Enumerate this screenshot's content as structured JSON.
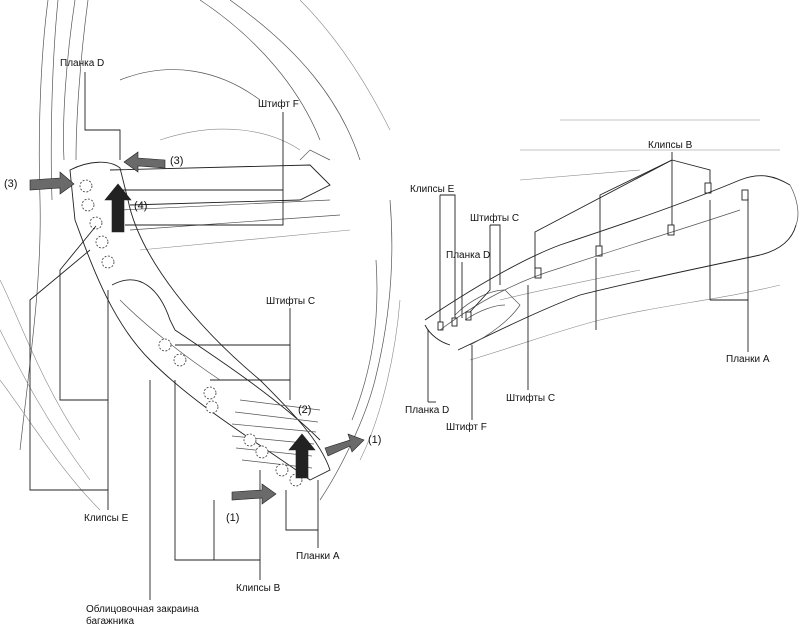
{
  "left_view": {
    "labels": {
      "strip_d": "Планка D",
      "pin_f": "Штифт F",
      "pins_c": "Штифты C",
      "clips_e": "Клипсы E",
      "strips_a": "Планки A",
      "clips_b": "Клипсы B",
      "trim_line1": "Облицовочная закраина",
      "trim_line2": "багажника"
    },
    "steps": {
      "s1a": "(1)",
      "s1b": "(1)",
      "s2": "(2)",
      "s3a": "(3)",
      "s3b": "(3)",
      "s4": "(4)"
    }
  },
  "right_view": {
    "labels": {
      "clips_b": "Клипсы B",
      "clips_e": "Клипсы E",
      "pins_c_top": "Штифты C",
      "strip_d_top": "Планка D",
      "pins_c_bottom": "Штифты C",
      "strip_d_bottom": "Планка D",
      "pin_f": "Штифт F",
      "strips_a": "Планки A"
    }
  }
}
